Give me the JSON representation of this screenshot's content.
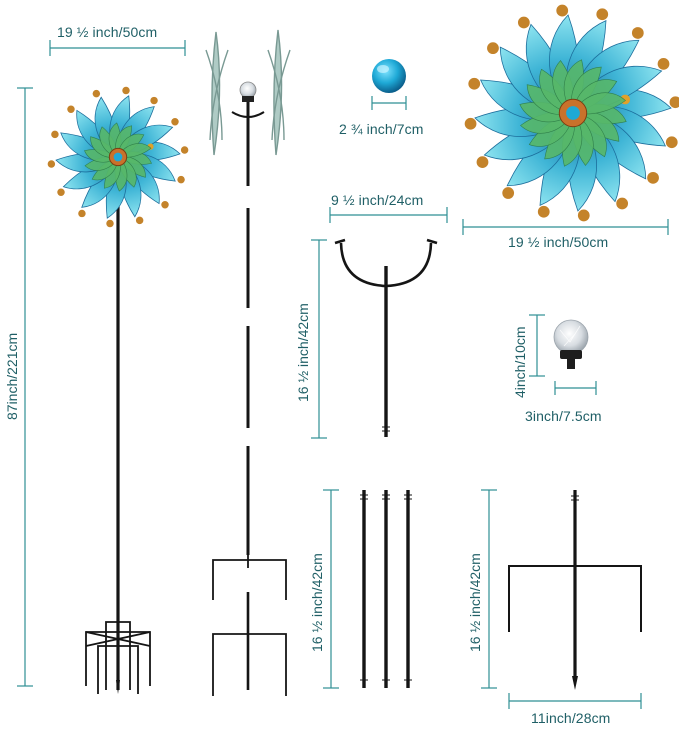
{
  "colors": {
    "dimension_line": "#2f8f94",
    "label_text": "#1f5f66",
    "pole": "#151515",
    "petal_light": "#5fd0e6",
    "petal_dark": "#1c6e9c",
    "bead": "#c4832a",
    "orb": "#1ea9d6"
  },
  "labels": {
    "spinner_width_left": "19 ½ inch/50cm",
    "total_height": "87inch/221cm",
    "orb_diameter": "2 ¾ inch/7cm",
    "spinner_width_right": "19 ½ inch/50cm",
    "bracket_width": "9 ½ inch/24cm",
    "bracket_height": "16 ½ inch/42cm",
    "light_height": "4inch/10cm",
    "light_width": "3inch/7.5cm",
    "poles_height": "16 ½ inch/42cm",
    "stake_height": "16 ½ inch/42cm",
    "stake_width": "11inch/28cm"
  },
  "parts": [
    "assembled-wind-spinner",
    "disassembled-wind-spinner",
    "glass-orb",
    "large-spinner-head",
    "top-bracket-pole",
    "solar-light-ball",
    "pole-sections",
    "ground-stake"
  ]
}
